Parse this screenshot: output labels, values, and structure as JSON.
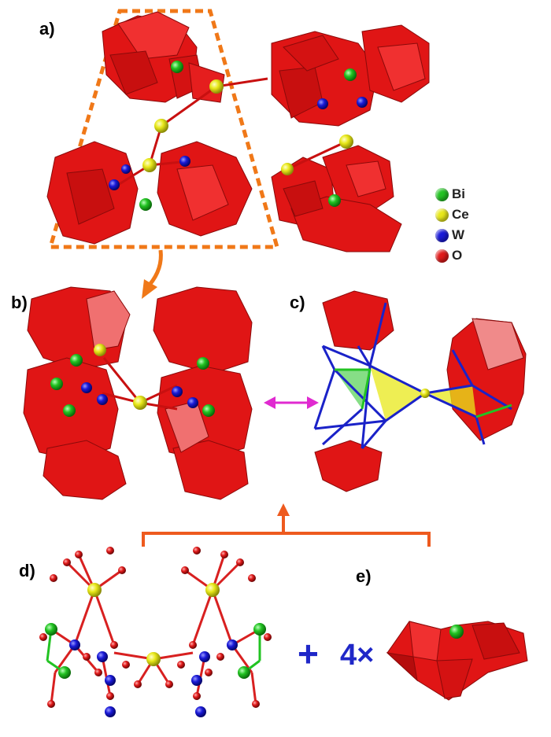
{
  "panels": {
    "a": "a)",
    "b": "b)",
    "c": "c)",
    "d": "d)",
    "e": "e)"
  },
  "legend": [
    {
      "label": "Bi",
      "color": "#22c322"
    },
    {
      "label": "Ce",
      "color": "#e8e81a"
    },
    {
      "label": "W",
      "color": "#1a1ad8"
    },
    {
      "label": "O",
      "color": "#e11a1a"
    }
  ],
  "equation": {
    "plus": "+",
    "multiplier": "4×"
  },
  "colors": {
    "polyhedra": "#e01515",
    "bi": "#22c322",
    "ce": "#e8e81a",
    "w": "#1a1ad8",
    "o": "#e11a1a",
    "bond_blue": "#1a22c8",
    "outline_orange": "#f07818",
    "arrow_magenta": "#e02ad0",
    "bracket_orange": "#ee5a1e"
  }
}
